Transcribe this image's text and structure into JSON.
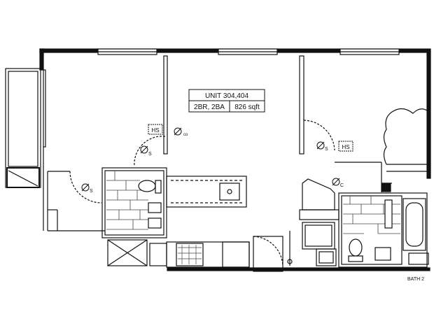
{
  "unit_label": {
    "title": "UNIT 304,404",
    "type": "2BR, 2BA",
    "area": "826 sqft"
  },
  "fixture_labels": {
    "hose_bib_1": "HS",
    "hose_bib_2": "HS",
    "smoke_1": "S",
    "smoke_2": "S",
    "smoke_3": "S",
    "co_1": "C",
    "co_2": "co"
  },
  "edge_label": "BATH 2",
  "colors": {
    "line": "#111111",
    "fill": "#ffffff",
    "tile": "#444444"
  }
}
